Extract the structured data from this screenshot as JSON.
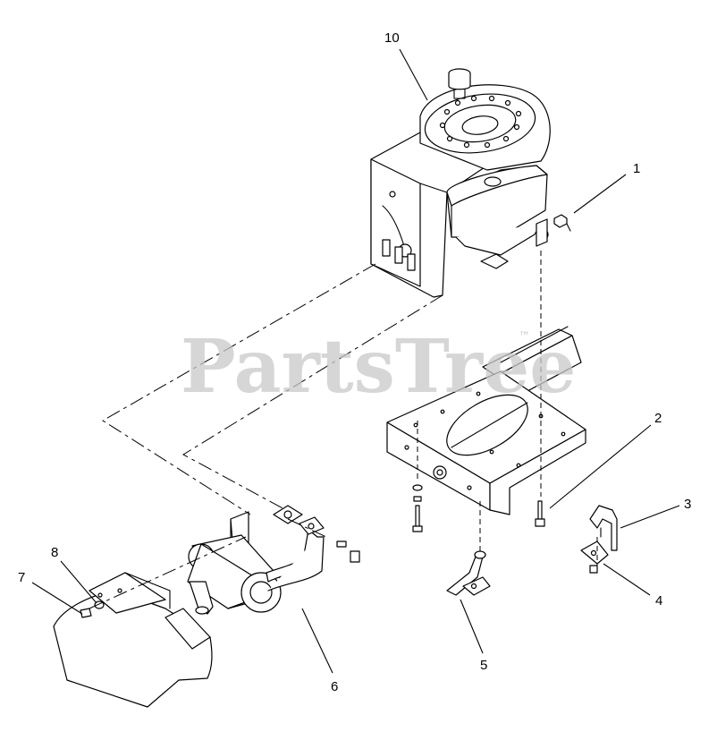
{
  "watermark": {
    "text": "PartsTree",
    "trademark": "™"
  },
  "callouts": [
    {
      "id": "1",
      "label": "1"
    },
    {
      "id": "2",
      "label": "2"
    },
    {
      "id": "3",
      "label": "3"
    },
    {
      "id": "4",
      "label": "4"
    },
    {
      "id": "5",
      "label": "5"
    },
    {
      "id": "6",
      "label": "6"
    },
    {
      "id": "7",
      "label": "7"
    },
    {
      "id": "8",
      "label": "8"
    },
    {
      "id": "10",
      "label": "10"
    }
  ],
  "colors": {
    "line": "#000000",
    "watermark": "#c9c9c9",
    "background": "#ffffff"
  }
}
